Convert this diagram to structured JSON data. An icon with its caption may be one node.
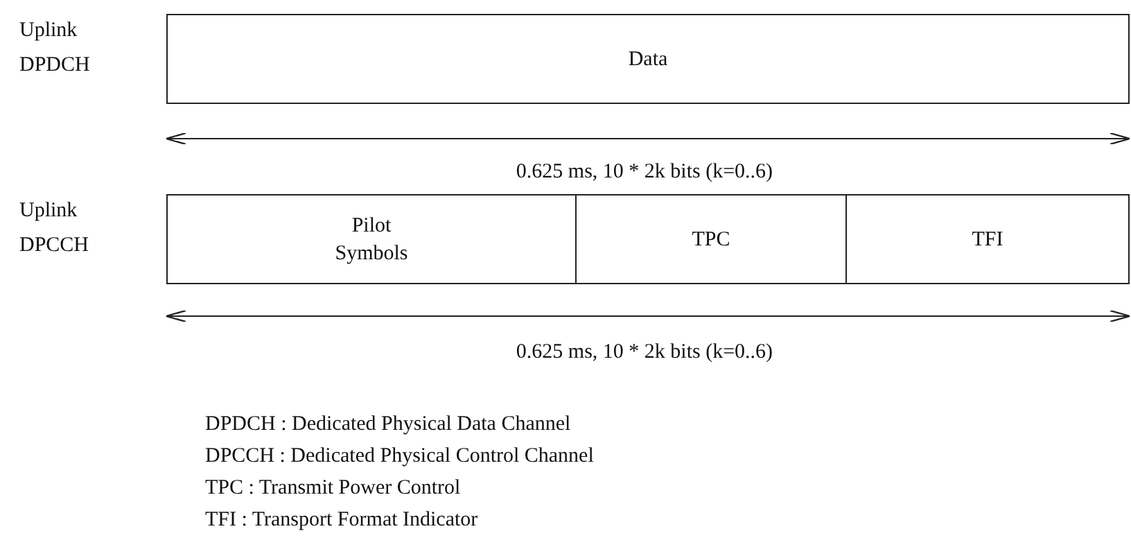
{
  "diagram": {
    "nodes": [
      {
        "text": [
          "Data"
        ]
      },
      {
        "text": [
          "Pilot Symbols"
        ]
      },
      {
        "text": [
          "TPC"
        ]
      },
      {
        "text": [
          "TFI"
        ]
      }
    ],
    "labels": [
      "Uplink DPDCH",
      "0.625 ms, 10 * 2k bits (k=0..6)",
      "Uplink DPCCH",
      "0.625 ms, 10 * 2k bits (k=0..6)",
      "DPDCH : Dedicated Physical Data Channel",
      "DPCCH : Dedicated Physical Control Channel",
      "TPC : Transmit Power Control",
      "TFI : Transport Format Indicator"
    ]
  }
}
